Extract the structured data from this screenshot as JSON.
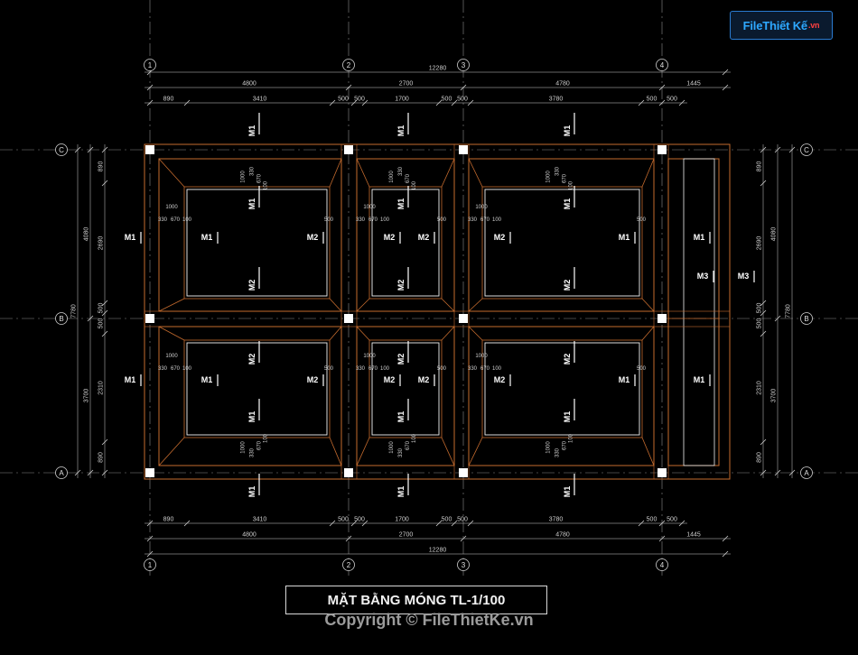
{
  "logo": {
    "main": "FileThiết Kế",
    "sub": ".vn"
  },
  "title": "MẶT BẰNG MÓNG TL-1/100",
  "copyright": "Copyright © FileThietKe.vn",
  "colors": {
    "background": "#000000",
    "foundation": "#c56b2e",
    "inner": "#f2f2f2",
    "dim": "#cfcfcf",
    "axis": "#8a8a8a",
    "pillar": "#ffffff"
  },
  "grid": {
    "col_labels": [
      "1",
      "2",
      "3",
      "4"
    ],
    "row_labels": [
      "C",
      "B",
      "A"
    ]
  },
  "dims_top": {
    "overall": "12280",
    "spans": [
      "4800",
      "2700",
      "4780",
      "1445"
    ],
    "segments": [
      "890",
      "3410",
      "500",
      "500",
      "1700",
      "500",
      "500",
      "3780",
      "500",
      "500"
    ]
  },
  "dims_bottom": {
    "overall": "12280",
    "spans": [
      "4800",
      "2700",
      "4780",
      "1445"
    ],
    "segments": [
      "890",
      "3410",
      "500",
      "500",
      "1700",
      "500",
      "500",
      "3780",
      "500",
      "500"
    ]
  },
  "dims_left": {
    "overall": "7780",
    "spans": [
      "4080",
      "3700"
    ],
    "segments": [
      "890",
      "2690",
      "500",
      "500",
      "2310",
      "890"
    ]
  },
  "dims_right": {
    "overall": "7780",
    "spans": [
      "4080",
      "3700"
    ],
    "segments": [
      "890",
      "2690",
      "500",
      "500",
      "2310",
      "890"
    ]
  },
  "detail_dims": [
    "1000",
    "330",
    "670",
    "100",
    "500"
  ],
  "section_marks": [
    "M1",
    "M2",
    "M3"
  ]
}
